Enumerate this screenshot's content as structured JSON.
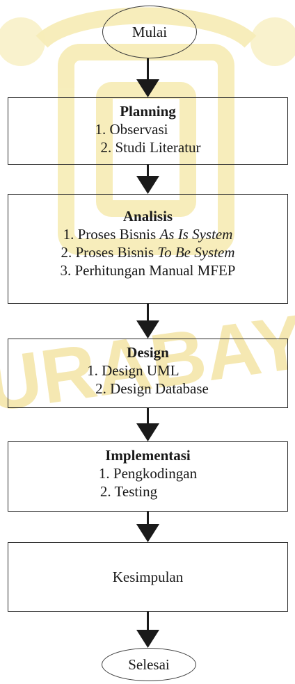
{
  "flow": {
    "start": "Mulai",
    "planning": {
      "title": "Planning",
      "items": [
        "1. Observasi",
        "2. Studi Literatur"
      ]
    },
    "analisis": {
      "title": "Analisis",
      "items": [
        {
          "prefix": "1. Proses Bisnis ",
          "italic": "As Is System"
        },
        {
          "prefix": "2. Proses Bisnis ",
          "italic": "To Be System"
        },
        {
          "prefix": "3. Perhitungan Manual MFEP",
          "italic": ""
        }
      ]
    },
    "design": {
      "title": "Design",
      "items": [
        "1. Design UML",
        "2. Design Database"
      ]
    },
    "implementasi": {
      "title": "Implementasi",
      "items": [
        "1. Pengkodingan",
        "2. Testing"
      ]
    },
    "kesimpulan": "Kesimpulan",
    "end": "Selesai"
  },
  "colors": {
    "watermark": "#f6e9a6",
    "line": "#1a1a1a"
  },
  "icons": [
    "arrow-down-icon"
  ]
}
